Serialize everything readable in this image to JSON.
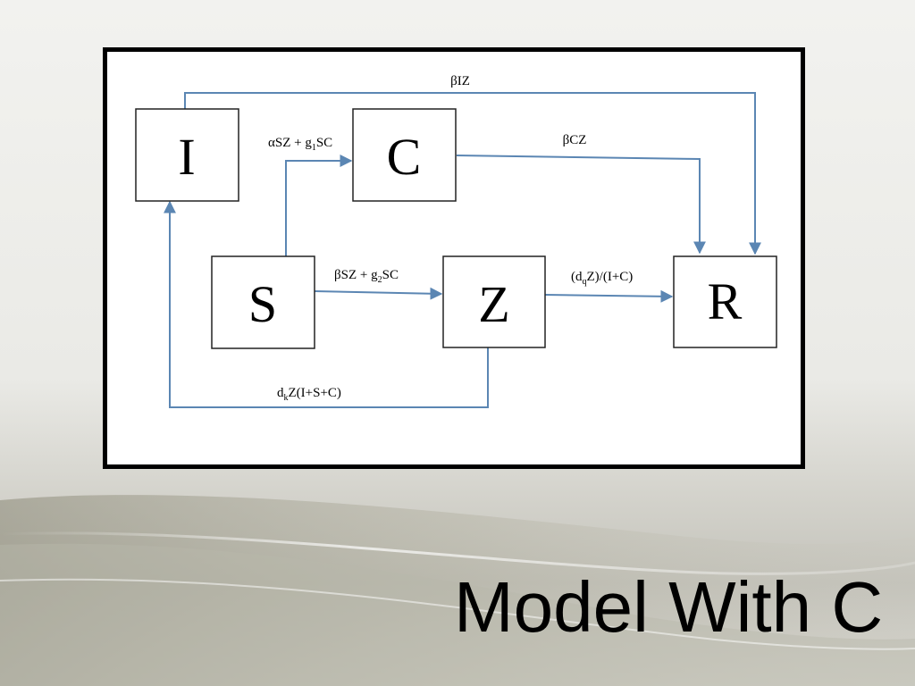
{
  "slide": {
    "title": "Model With C"
  },
  "diagram": {
    "nodes": {
      "I": "I",
      "C": "C",
      "S": "S",
      "Z": "Z",
      "R": "R"
    },
    "edges": {
      "i_to_r": {
        "from": "I",
        "to": "R",
        "label": "βIZ"
      },
      "s_to_c": {
        "from": "S",
        "to": "C",
        "label_main": "αSZ + g",
        "label_sub": "1",
        "label_end": "SC"
      },
      "c_to_r": {
        "from": "C",
        "to": "R",
        "label": "βCZ"
      },
      "s_to_z": {
        "from": "S",
        "to": "Z",
        "label_main": "βSZ + g",
        "label_sub": "2",
        "label_end": "SC"
      },
      "z_to_r": {
        "from": "Z",
        "to": "R",
        "label_main": "(d",
        "label_sub": "q",
        "label_end": "Z)/(I+C)"
      },
      "z_to_i": {
        "from": "Z",
        "to": "I",
        "label_main": "d",
        "label_sub": "k",
        "label_end": "Z(I+S+C)"
      }
    },
    "colors": {
      "arrow": "#5b86b3",
      "box_border": "#222222"
    }
  }
}
